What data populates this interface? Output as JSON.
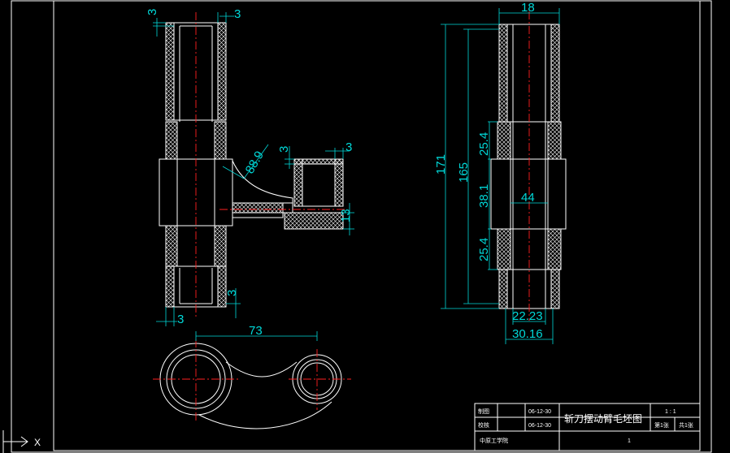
{
  "dimensions": {
    "top_wall_left": "3",
    "top_wall_right": "3",
    "angle": "88.9",
    "boss_wall_left": "3",
    "boss_wall_right": "3",
    "boss_height": "13",
    "bottom_wall_right": "3",
    "bottom_wall_left": "3",
    "center_distance": "73",
    "width_18": "18",
    "overall_171": "171",
    "length_165": "165",
    "upper_25_4": "25.4",
    "middle_38_1": "38.1",
    "lower_25_4": "25.4",
    "hub_44": "44",
    "inner_22_23": "22.23",
    "outer_30_16": "30.16"
  },
  "title_block": {
    "draw_label": "制图",
    "check_label": "校核",
    "draw_date": "06-12-30",
    "check_date": "06-12-30",
    "part_name": "斩刀摆动臂毛坯图",
    "scale": "1 : 1",
    "sheet": "第1张",
    "total": "共1张",
    "school": "中原工学院",
    "quantity": "1"
  },
  "axis_label": "X"
}
